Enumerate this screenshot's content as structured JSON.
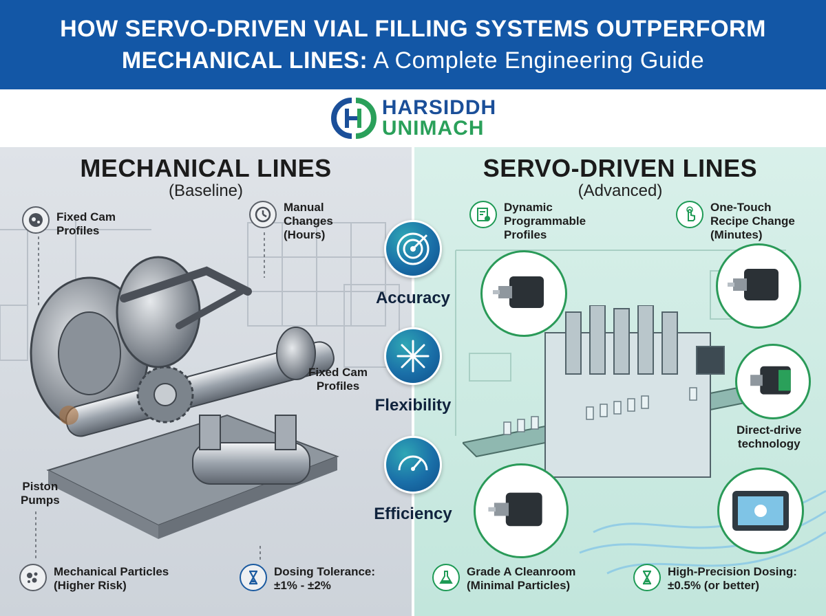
{
  "header": {
    "line1": "HOW SERVO-DRIVEN VIAL FILLING SYSTEMS OUTPERFORM",
    "line2_bold": "MECHANICAL LINES:",
    "line2_light": "A Complete Engineering Guide"
  },
  "logo": {
    "line1": "HARSIDDH",
    "line2": "UNIMACH"
  },
  "left_panel": {
    "title": "MECHANICAL LINES",
    "subtitle": "(Baseline)",
    "features": [
      {
        "text": "Fixed Cam\nProfiles",
        "icon": "cam-gear-icon"
      },
      {
        "text": "Manual\nChanges\n(Hours)",
        "icon": "clock-icon"
      },
      {
        "text": "Mechanical Particles\n(Higher Risk)",
        "icon": "particles-icon"
      },
      {
        "text": "Dosing Tolerance:\n±1% - ±2%",
        "icon": "hourglass-icon"
      }
    ],
    "callouts": {
      "cam": "Fixed Cam\nProfiles",
      "pumps": "Piston\nPumps"
    }
  },
  "right_panel": {
    "title": "SERVO-DRIVEN LINES",
    "subtitle": "(Advanced)",
    "features": [
      {
        "text": "Dynamic\nProgrammable\nProfiles",
        "icon": "settings-document-icon"
      },
      {
        "text": "One-Touch\nRecipe Change\n(Minutes)",
        "icon": "touch-hand-icon"
      },
      {
        "text": "Grade A Cleanroom\n(Minimal Particles)",
        "icon": "flask-icon"
      },
      {
        "text": "High-Precision Dosing:\n±0.5% (or better)",
        "icon": "hourglass-icon"
      }
    ],
    "callouts": {
      "direct": "Direct-drive\ntechnology"
    }
  },
  "benefits": [
    {
      "label": "Accuracy",
      "icon": "target-icon"
    },
    {
      "label": "Flexibility",
      "icon": "arrows-icon"
    },
    {
      "label": "Efficiency",
      "icon": "speedometer-icon"
    }
  ],
  "colors": {
    "banner": "#1357a6",
    "logo_blue": "#1b4f99",
    "logo_green": "#2aa05a",
    "servo_green": "#1e9a55",
    "medal_teal": "#1a6fa8"
  }
}
